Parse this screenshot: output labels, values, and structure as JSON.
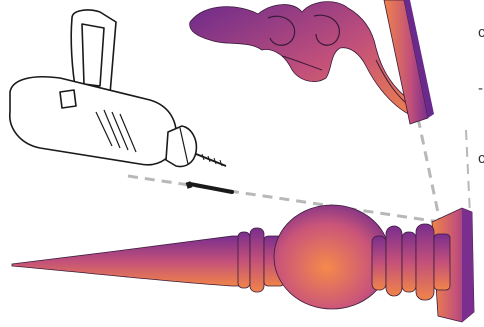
{
  "diagram": {
    "colors": {
      "part_light": "#f0844a",
      "part_mid": "#c2507a",
      "part_dark": "#6a2a8c",
      "part_outline": "#3a1a3a",
      "drill_outline": "#1a1a1a",
      "guide_line": "#b8b8b8"
    },
    "icons": [
      "power-drill-icon",
      "screw-icon"
    ],
    "parts": [
      "scroll-bracket",
      "vertical-post",
      "turned-finial-spindle",
      "mounting-plate"
    ],
    "edge_text": [
      "c",
      "-",
      "c"
    ]
  }
}
